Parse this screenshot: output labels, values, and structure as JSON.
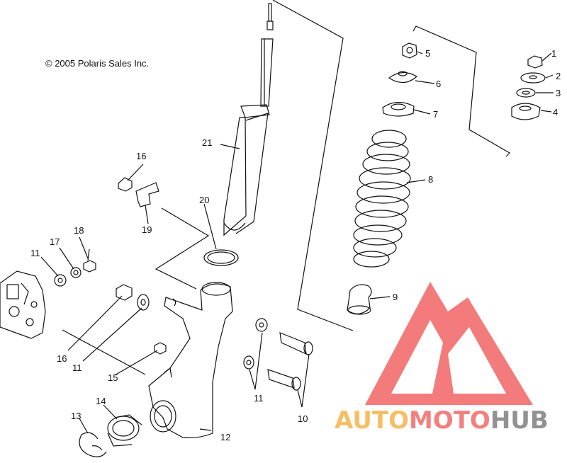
{
  "copyright": "© 2005 Polaris Sales Inc.",
  "callouts": [
    "1",
    "2",
    "3",
    "4",
    "5",
    "6",
    "7",
    "8",
    "9",
    "10",
    "11",
    "11",
    "11",
    "11",
    "12",
    "13",
    "14",
    "15",
    "16",
    "16",
    "17",
    "18",
    "19",
    "20",
    "21"
  ],
  "watermark": {
    "part1": "AUTO",
    "part2": "MOTO",
    "part3": "HUB",
    "colors": {
      "orange": "#f5b34a",
      "pink": "#f06a6a",
      "gray": "#7f7f7f",
      "logo": "#f26464"
    }
  }
}
